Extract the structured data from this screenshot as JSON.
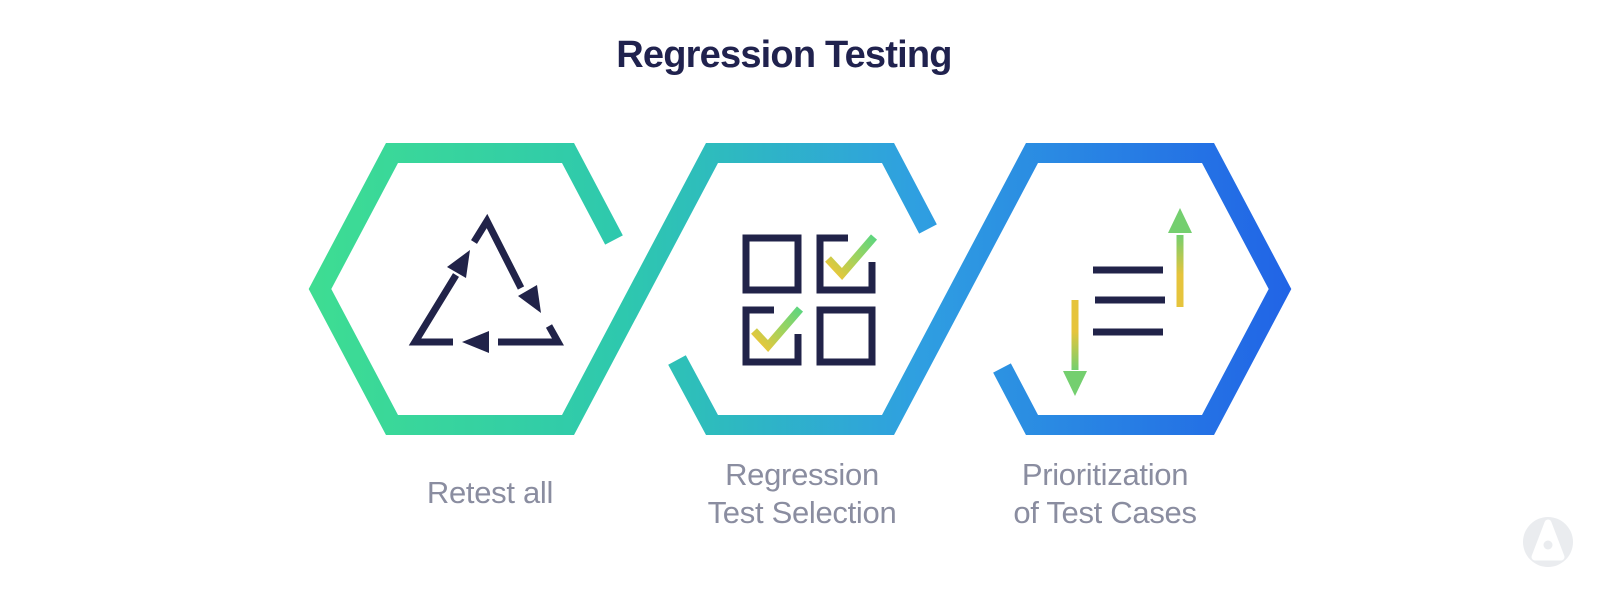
{
  "title": "Regression Testing",
  "steps": [
    {
      "id": "retest-all",
      "icon": "retest-cycle-icon",
      "lines": [
        "Retest all"
      ]
    },
    {
      "id": "regression-test-selection",
      "icon": "checkbox-selection-icon",
      "lines": [
        "Regression",
        "Test Selection"
      ]
    },
    {
      "id": "prioritization-of-test-cases",
      "icon": "prioritization-arrows-icon",
      "lines": [
        "Prioritization",
        "of Test Cases"
      ]
    }
  ],
  "colors": {
    "chain_green": "#3EDD92",
    "chain_teal": "#2EC8AE",
    "chain_light_blue": "#2F9FE1",
    "chain_blue": "#2164E6",
    "icon_navy": "#212349",
    "title_navy": "#20224E",
    "label_gray": "#8A8DA0",
    "check_gold": "#E9C73A",
    "check_green": "#5ED57F",
    "arrow_gold": "#E6C43C",
    "arrow_green": "#74CF6F",
    "background": "#FFFFFF",
    "watermark_gray": "#EAECEF"
  },
  "watermark": {
    "name": "altexsoft-logo"
  }
}
